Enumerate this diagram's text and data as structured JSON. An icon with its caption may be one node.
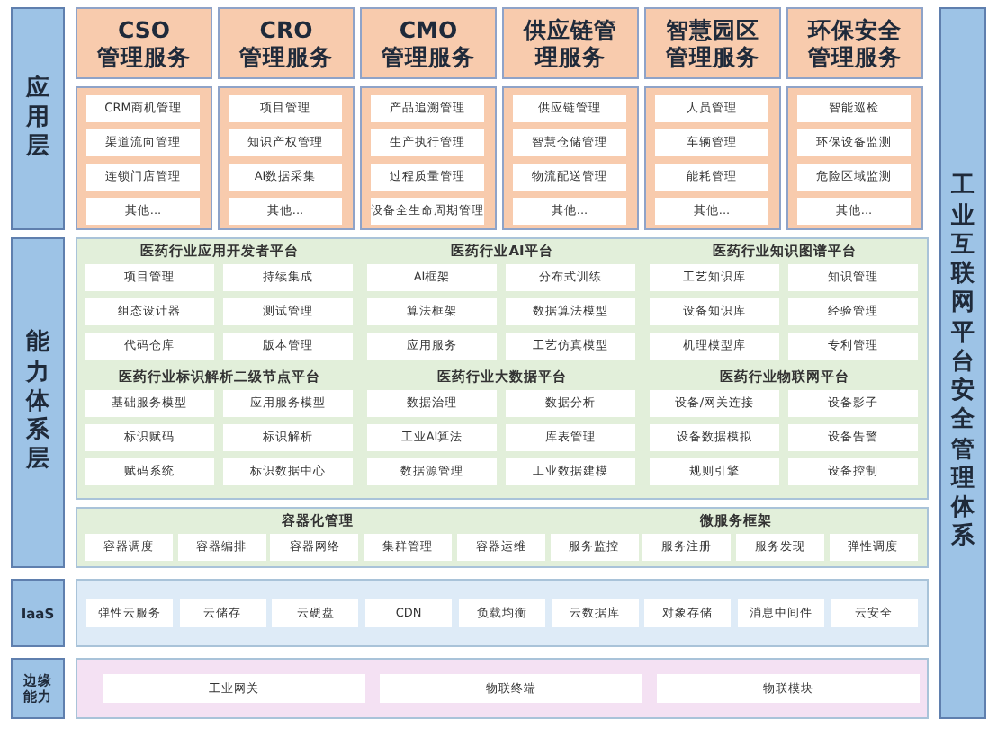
{
  "diagram": {
    "nodes": [
      {
        "text": [
          "应用层"
        ]
      },
      {
        "text": [
          "CSO 管理服务"
        ]
      },
      {
        "text": [],
        "shape": "box"
      },
      {
        "text": [
          "CRM商机管理"
        ],
        "in": 2
      },
      {
        "text": [
          "渠道流向管理"
        ],
        "in": 2
      },
      {
        "text": [
          "连锁门店管理"
        ],
        "in": 2
      },
      {
        "text": [
          "其他..."
        ],
        "in": 2
      },
      {
        "text": [
          "CRO 管理服务"
        ]
      },
      {
        "text": [],
        "shape": "box"
      },
      {
        "text": [
          "项目管理"
        ],
        "in": 8
      },
      {
        "text": [
          "知识产权管理"
        ],
        "in": 8
      },
      {
        "text": [
          "AI数据采集"
        ],
        "in": 8
      },
      {
        "text": [
          "其他..."
        ],
        "in": 8
      },
      {
        "text": [
          "CMO 管理服务"
        ]
      },
      {
        "text": [],
        "shape": "box"
      },
      {
        "text": [
          "产品追溯管理"
        ],
        "in": 14
      },
      {
        "text": [
          "生产执行管理"
        ],
        "in": 14
      },
      {
        "text": [
          "过程质量管理"
        ],
        "in": 14
      },
      {
        "text": [
          "设备全生命周期管理"
        ],
        "in": 14
      },
      {
        "text": [
          "供应链管理服务"
        ]
      },
      {
        "text": [],
        "shape": "box"
      },
      {
        "text": [
          "供应链管理"
        ],
        "in": 20
      },
      {
        "text": [
          "智慧仓储管理"
        ],
        "in": 20
      },
      {
        "text": [
          "物流配送管理"
        ],
        "in": 20
      },
      {
        "text": [
          "其他..."
        ],
        "in": 20
      },
      {
        "text": [
          "智慧园区管理服务"
        ]
      },
      {
        "text": [],
        "shape": "box"
      },
      {
        "text": [
          "人员管理"
        ],
        "in": 26
      },
      {
        "text": [
          "车辆管理"
        ],
        "in": 26
      },
      {
        "text": [
          "能耗管理"
        ],
        "in": 26
      },
      {
        "text": [
          "其他..."
        ],
        "in": 26
      },
      {
        "text": [
          "环保安全管理服务"
        ]
      },
      {
        "text": [],
        "shape": "box"
      },
      {
        "text": [
          "智能巡检"
        ],
        "in": 32
      },
      {
        "text": [
          "环保设备监测"
        ],
        "in": 32
      },
      {
        "text": [
          "危险区域监测"
        ],
        "in": 32
      },
      {
        "text": [
          "其他..."
        ],
        "in": 32
      },
      {
        "text": [
          "能力体系层"
        ]
      },
      {
        "text": [
          "医药行业应用开发者平台",
          "医药行业AI平台",
          "医药行业知识图谱平台",
          "医药行业标识解析二级节点平台",
          "医药行业大数据平台",
          "医药行业物联网平台"
        ]
      },
      {
        "text": [
          "项目管理"
        ],
        "in": 38
      },
      {
        "text": [
          "持续集成"
        ],
        "in": 38
      },
      {
        "text": [
          "组态设计器"
        ],
        "in": 38
      },
      {
        "text": [
          "测试管理"
        ],
        "in": 38
      },
      {
        "text": [
          "代码仓库"
        ],
        "in": 38
      },
      {
        "text": [
          "版本管理"
        ],
        "in": 38
      },
      {
        "text": [
          "AI框架"
        ],
        "in": 38
      },
      {
        "text": [
          "分布式训练"
        ],
        "in": 38
      },
      {
        "text": [
          "算法框架"
        ],
        "in": 38
      },
      {
        "text": [
          "数据算法模型"
        ],
        "in": 38
      },
      {
        "text": [
          "应用服务"
        ],
        "in": 38
      },
      {
        "text": [
          "工艺仿真模型"
        ],
        "in": 38
      },
      {
        "text": [
          "工艺知识库"
        ],
        "in": 38
      },
      {
        "text": [
          "知识管理"
        ],
        "in": 38
      },
      {
        "text": [
          "设备知识库"
        ],
        "in": 38
      },
      {
        "text": [
          "经验管理"
        ],
        "in": 38
      },
      {
        "text": [
          "机理模型库"
        ],
        "in": 38
      },
      {
        "text": [
          "专利管理"
        ],
        "in": 38
      },
      {
        "text": [
          "基础服务模型"
        ],
        "in": 38
      },
      {
        "text": [
          "应用服务模型"
        ],
        "in": 38
      },
      {
        "text": [
          "标识赋码"
        ],
        "in": 38
      },
      {
        "text": [
          "标识解析"
        ],
        "in": 38
      },
      {
        "text": [
          "赋码系统"
        ],
        "in": 38
      },
      {
        "text": [
          "标识数据中心"
        ],
        "in": 38
      },
      {
        "text": [
          "数据治理"
        ],
        "in": 38
      },
      {
        "text": [
          "数据分析"
        ],
        "in": 38
      },
      {
        "text": [
          "工业AI算法"
        ],
        "in": 38
      },
      {
        "text": [
          "库表管理"
        ],
        "in": 38
      },
      {
        "text": [
          "数据源管理"
        ],
        "in": 38
      },
      {
        "text": [
          "工业数据建模"
        ],
        "in": 38
      },
      {
        "text": [
          "设备/网关连接"
        ],
        "in": 38
      },
      {
        "text": [
          "设备影子"
        ],
        "in": 38
      },
      {
        "text": [
          "设备数据模拟"
        ],
        "in": 38
      },
      {
        "text": [
          "设备告警"
        ],
        "in": 38
      },
      {
        "text": [
          "规则引擎"
        ],
        "in": 38
      },
      {
        "text": [
          "设备控制"
        ],
        "in": 38
      },
      {
        "text": [
          "容器化管理",
          "微服务框架"
        ]
      },
      {
        "text": [
          "容器调度"
        ],
        "in": 75
      },
      {
        "text": [
          "容器编排"
        ],
        "in": 75
      },
      {
        "text": [
          "容器网络"
        ],
        "in": 75
      },
      {
        "text": [
          "集群管理"
        ],
        "in": 75
      },
      {
        "text": [
          "容器运维"
        ],
        "in": 75
      },
      {
        "text": [
          "服务监控"
        ],
        "in": 75
      },
      {
        "text": [
          "服务注册"
        ],
        "in": 75
      },
      {
        "text": [
          "服务发现"
        ],
        "in": 75
      },
      {
        "text": [
          "弹性调度"
        ],
        "in": 75
      },
      {
        "text": [
          "IaaS"
        ]
      },
      {
        "text": [],
        "shape": "box"
      },
      {
        "text": [
          "弹性云服务"
        ],
        "in": 86
      },
      {
        "text": [
          "云储存"
        ],
        "in": 86
      },
      {
        "text": [
          "云硬盘"
        ],
        "in": 86
      },
      {
        "text": [
          "CDN"
        ],
        "in": 86
      },
      {
        "text": [
          "负载均衡"
        ],
        "in": 86
      },
      {
        "text": [
          "云数据库"
        ],
        "in": 86
      },
      {
        "text": [
          "对象存储"
        ],
        "in": 86
      },
      {
        "text": [
          "消息中间件"
        ],
        "in": 86
      },
      {
        "text": [
          "云安全"
        ],
        "in": 86
      },
      {
        "text": [
          "边缘能力"
        ]
      },
      {
        "text": [],
        "shape": "box"
      },
      {
        "text": [
          "工业网关"
        ],
        "in": 97
      },
      {
        "text": [
          "物联终端"
        ],
        "in": 97
      },
      {
        "text": [
          "物联模块"
        ],
        "in": 97
      },
      {
        "text": [
          "工业互联网平台安全管理体系"
        ]
      }
    ]
  }
}
